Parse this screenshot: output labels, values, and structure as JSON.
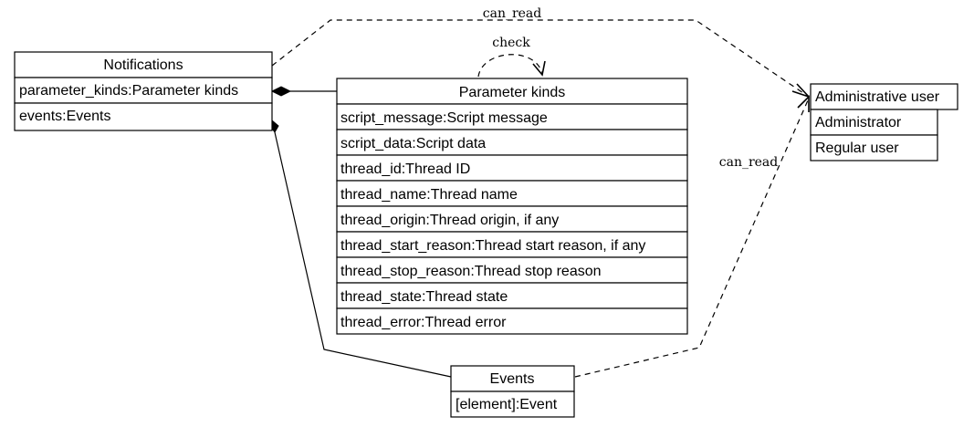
{
  "classes": {
    "notifications": {
      "title": "Notifications",
      "fields": [
        "parameter_kinds:Parameter kinds",
        "events:Events"
      ]
    },
    "parameter_kinds": {
      "title": "Parameter kinds",
      "fields": [
        "script_message:Script message",
        "script_data:Script data",
        "thread_id:Thread ID",
        "thread_name:Thread name",
        "thread_origin:Thread origin, if any",
        "thread_start_reason:Thread start reason, if any",
        "thread_stop_reason:Thread stop reason",
        "thread_state:Thread state",
        "thread_error:Thread error"
      ]
    },
    "administrative_user": {
      "title": "Administrative user",
      "fields": [
        "Administrator",
        "Regular user"
      ]
    },
    "events": {
      "title": "Events",
      "fields": [
        "[element]:Event"
      ]
    }
  },
  "edge_labels": {
    "can_read_top": "can_read",
    "check": "check",
    "can_read_right": "can_read"
  }
}
